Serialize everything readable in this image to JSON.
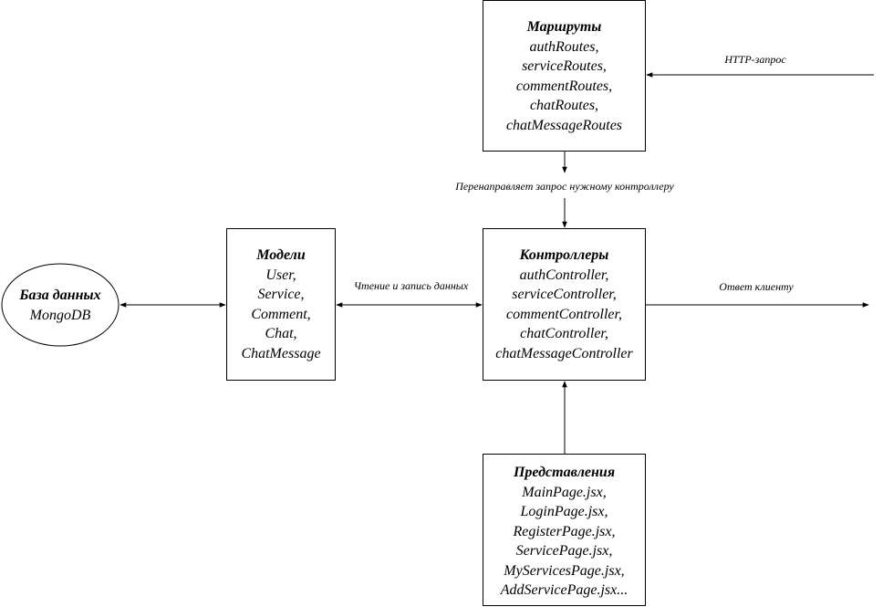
{
  "colors": {
    "stroke": "#000000",
    "fill": "#ffffff",
    "text": "#000000"
  },
  "nodes": {
    "routes": {
      "title": "Маршруты",
      "items": [
        "authRoutes,",
        "serviceRoutes,",
        "commentRoutes,",
        "chatRoutes,",
        "chatMessageRoutes"
      ]
    },
    "controllers": {
      "title": "Контроллеры",
      "items": [
        "authController,",
        "serviceController,",
        "commentController,",
        "chatController,",
        "chatMessageController"
      ]
    },
    "models": {
      "title": "Модели",
      "items": [
        "User,",
        "Service,",
        "Comment,",
        "Chat,",
        "ChatMessage"
      ]
    },
    "database": {
      "title": "База данных",
      "items": [
        "MongoDB"
      ]
    },
    "views": {
      "title": "Представления",
      "items": [
        "MainPage.jsx,",
        "LoginPage.jsx,",
        "RegisterPage.jsx,",
        "ServicePage.jsx,",
        "MyServicesPage.jsx,",
        "AddServicePage.jsx..."
      ]
    }
  },
  "edges": {
    "http_request": "HTTP-запрос",
    "redirect": "Перенаправляет запрос нужному контроллеру",
    "read_write": "Чтение и запись данных",
    "response": "Ответ клиенту"
  }
}
